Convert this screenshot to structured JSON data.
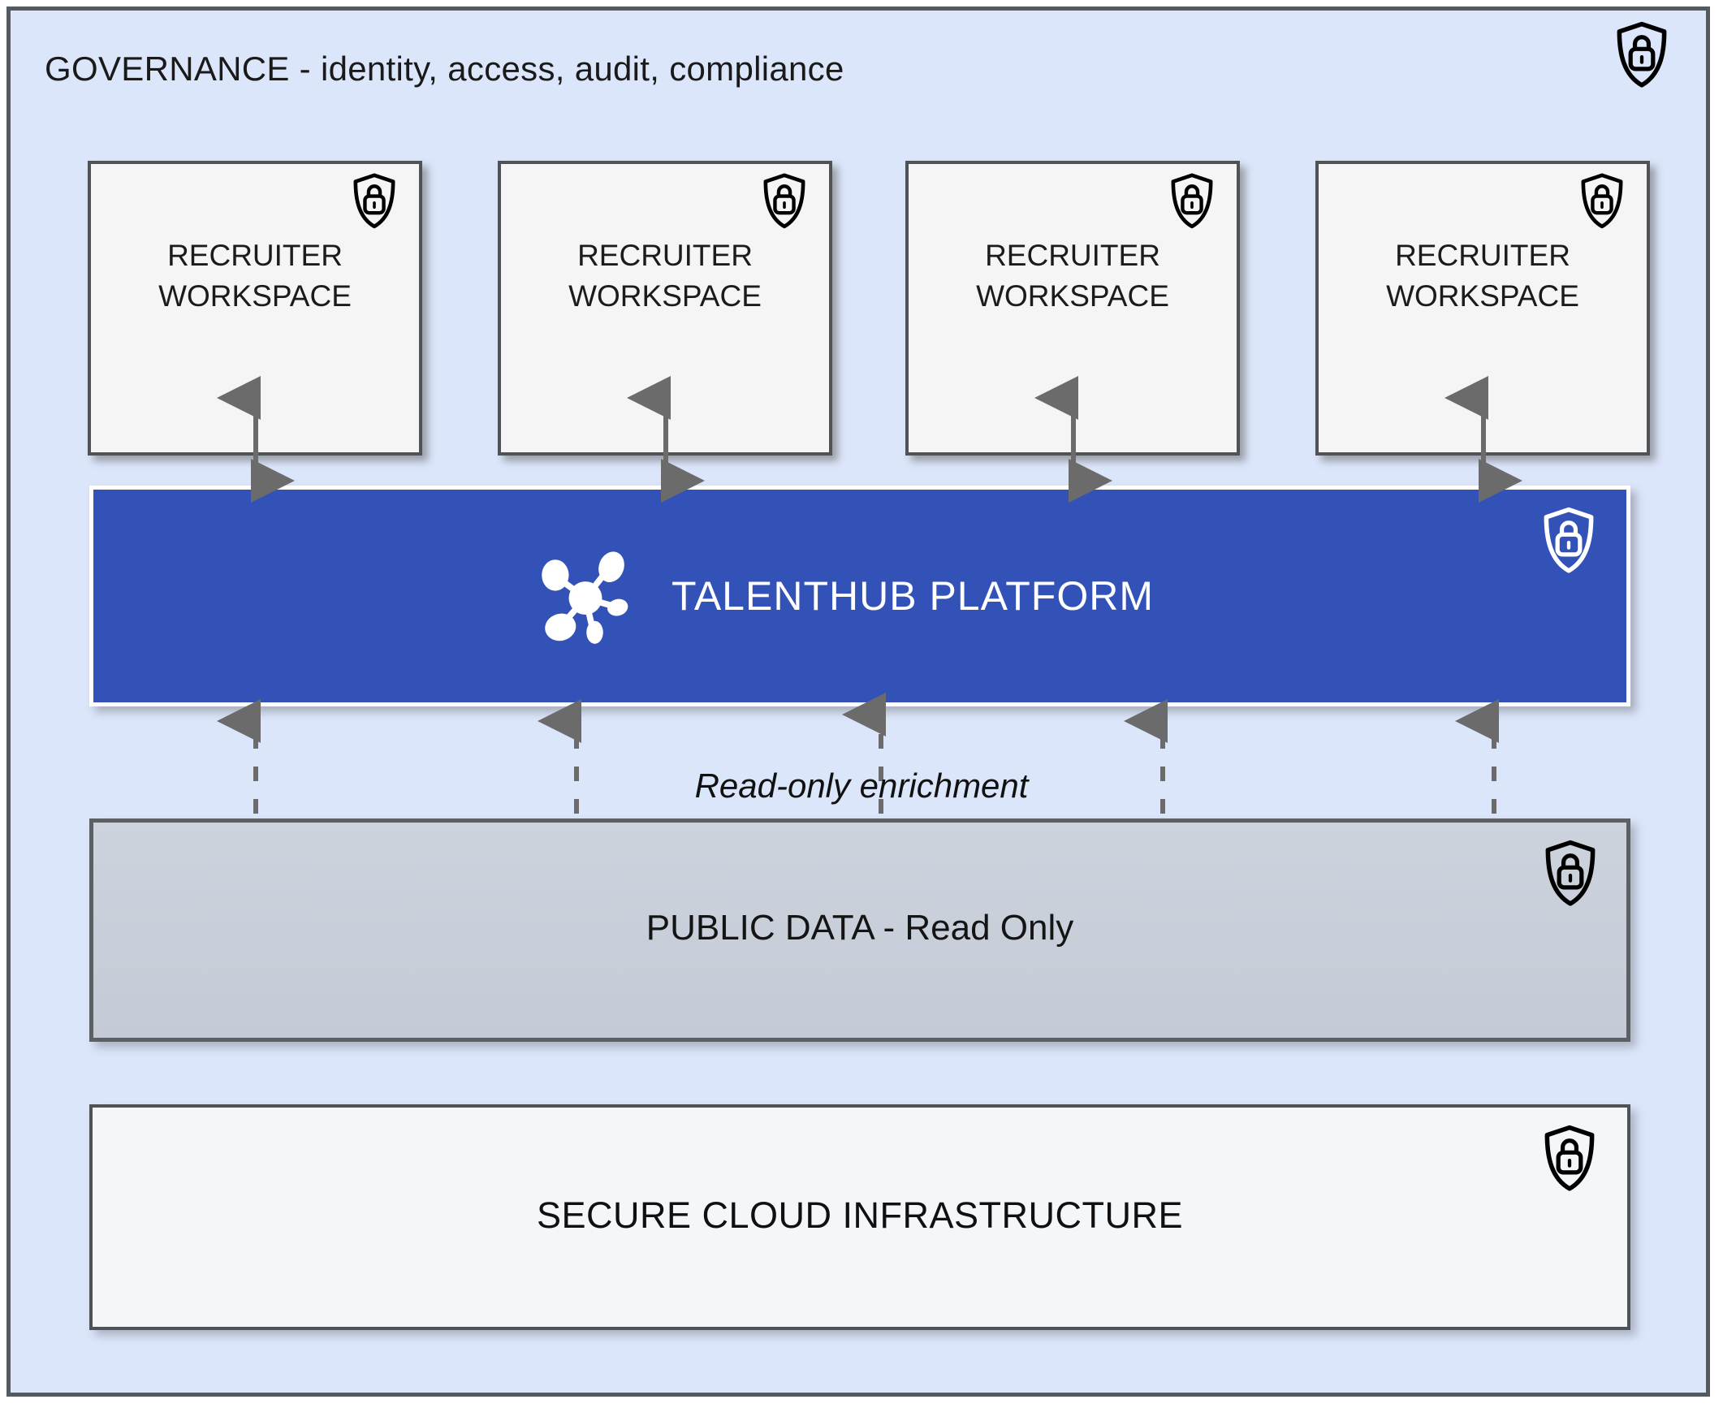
{
  "diagram": {
    "title": "TalentHub Platform Architecture",
    "governance": {
      "label": "GOVERNANCE - identity, access, audit, compliance",
      "shield_icon": "shield-lock-icon"
    },
    "workspaces": [
      {
        "label": "RECRUITER\nWORKSPACE",
        "shield_icon": "shield-lock-icon"
      },
      {
        "label": "RECRUITER\nWORKSPACE",
        "shield_icon": "shield-lock-icon"
      },
      {
        "label": "RECRUITER\nWORKSPACE",
        "shield_icon": "shield-lock-icon"
      },
      {
        "label": "RECRUITER\nWORKSPACE",
        "shield_icon": "shield-lock-icon"
      }
    ],
    "platform": {
      "label": "TALENTHUB PLATFORM",
      "hub_icon": "network-hub-icon",
      "shield_icon": "shield-lock-icon",
      "color": "#3352b8"
    },
    "enrichment": {
      "label": "Read-only enrichment",
      "line_style": "dashed",
      "direction": "up"
    },
    "public_data": {
      "label": "PUBLIC DATA - Read Only",
      "shield_icon": "shield-lock-icon",
      "color": "#c8ced9"
    },
    "infrastructure": {
      "label": "SECURE CLOUD INFRASTRUCTURE",
      "shield_icon": "shield-lock-icon",
      "color": "#f3f7fa"
    },
    "colors": {
      "governance_bg": "#dce6fa",
      "border": "#555a5e",
      "arrow": "#6b6b6b",
      "workspace_bg": "#f4f5f4",
      "platform_blue": "#3352b8",
      "public_gray": "#c8ced9",
      "cloud_white": "#f3f7fa"
    }
  }
}
